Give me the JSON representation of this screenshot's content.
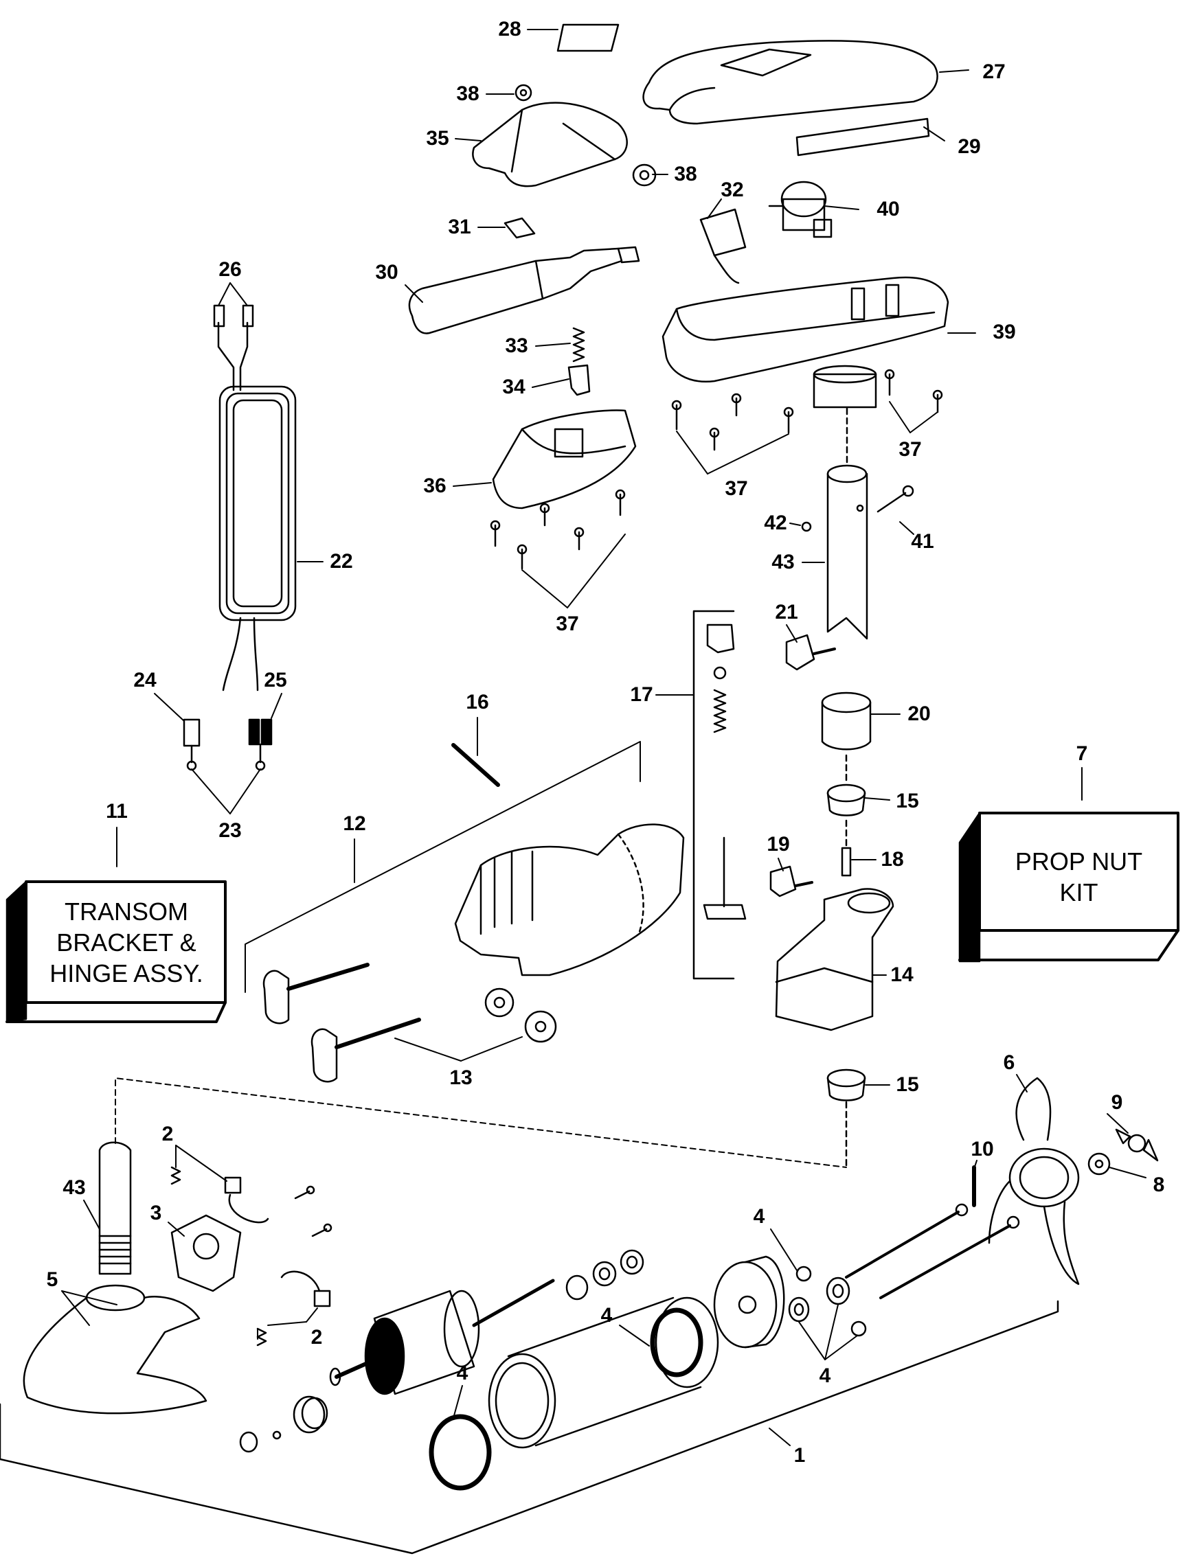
{
  "title": "Electric trolling motor exploded parts diagram",
  "colors": {
    "ink": "#000000",
    "paper": "#ffffff"
  },
  "kits": {
    "transom": {
      "number": "11",
      "lines": [
        "TRANSOM",
        "BRACKET &",
        "HINGE ASSY."
      ]
    },
    "prop_nut": {
      "number": "7",
      "lines": [
        "PROP NUT",
        "KIT"
      ]
    }
  },
  "callouts": [
    {
      "id": "c28",
      "text": "28"
    },
    {
      "id": "c27",
      "text": "27"
    },
    {
      "id": "c38a",
      "text": "38"
    },
    {
      "id": "c35",
      "text": "35"
    },
    {
      "id": "c38b",
      "text": "38"
    },
    {
      "id": "c29",
      "text": "29"
    },
    {
      "id": "c32",
      "text": "32"
    },
    {
      "id": "c40",
      "text": "40"
    },
    {
      "id": "c31",
      "text": "31"
    },
    {
      "id": "c26",
      "text": "26"
    },
    {
      "id": "c30",
      "text": "30"
    },
    {
      "id": "c39",
      "text": "39"
    },
    {
      "id": "c33",
      "text": "33"
    },
    {
      "id": "c34",
      "text": "34"
    },
    {
      "id": "c37a",
      "text": "37"
    },
    {
      "id": "c37b",
      "text": "37"
    },
    {
      "id": "c36",
      "text": "36"
    },
    {
      "id": "c42",
      "text": "42"
    },
    {
      "id": "c41",
      "text": "41"
    },
    {
      "id": "c43a",
      "text": "43"
    },
    {
      "id": "c22",
      "text": "22"
    },
    {
      "id": "c37c",
      "text": "37"
    },
    {
      "id": "c21",
      "text": "21"
    },
    {
      "id": "c24",
      "text": "24"
    },
    {
      "id": "c25",
      "text": "25"
    },
    {
      "id": "c16",
      "text": "16"
    },
    {
      "id": "c17",
      "text": "17"
    },
    {
      "id": "c20",
      "text": "20"
    },
    {
      "id": "c15a",
      "text": "15"
    },
    {
      "id": "c23",
      "text": "23"
    },
    {
      "id": "c12",
      "text": "12"
    },
    {
      "id": "c19",
      "text": "19"
    },
    {
      "id": "c18",
      "text": "18"
    },
    {
      "id": "c14",
      "text": "14"
    },
    {
      "id": "c13",
      "text": "13"
    },
    {
      "id": "c15b",
      "text": "15"
    },
    {
      "id": "c6",
      "text": "6"
    },
    {
      "id": "c9",
      "text": "9"
    },
    {
      "id": "c10",
      "text": "10"
    },
    {
      "id": "c8",
      "text": "8"
    },
    {
      "id": "c2a",
      "text": "2"
    },
    {
      "id": "c43b",
      "text": "43"
    },
    {
      "id": "c3",
      "text": "3"
    },
    {
      "id": "c4a",
      "text": "4"
    },
    {
      "id": "c5",
      "text": "5"
    },
    {
      "id": "c4b",
      "text": "4"
    },
    {
      "id": "c2b",
      "text": "2"
    },
    {
      "id": "c4c",
      "text": "4"
    },
    {
      "id": "c4d",
      "text": "4"
    },
    {
      "id": "c1",
      "text": "1"
    }
  ]
}
